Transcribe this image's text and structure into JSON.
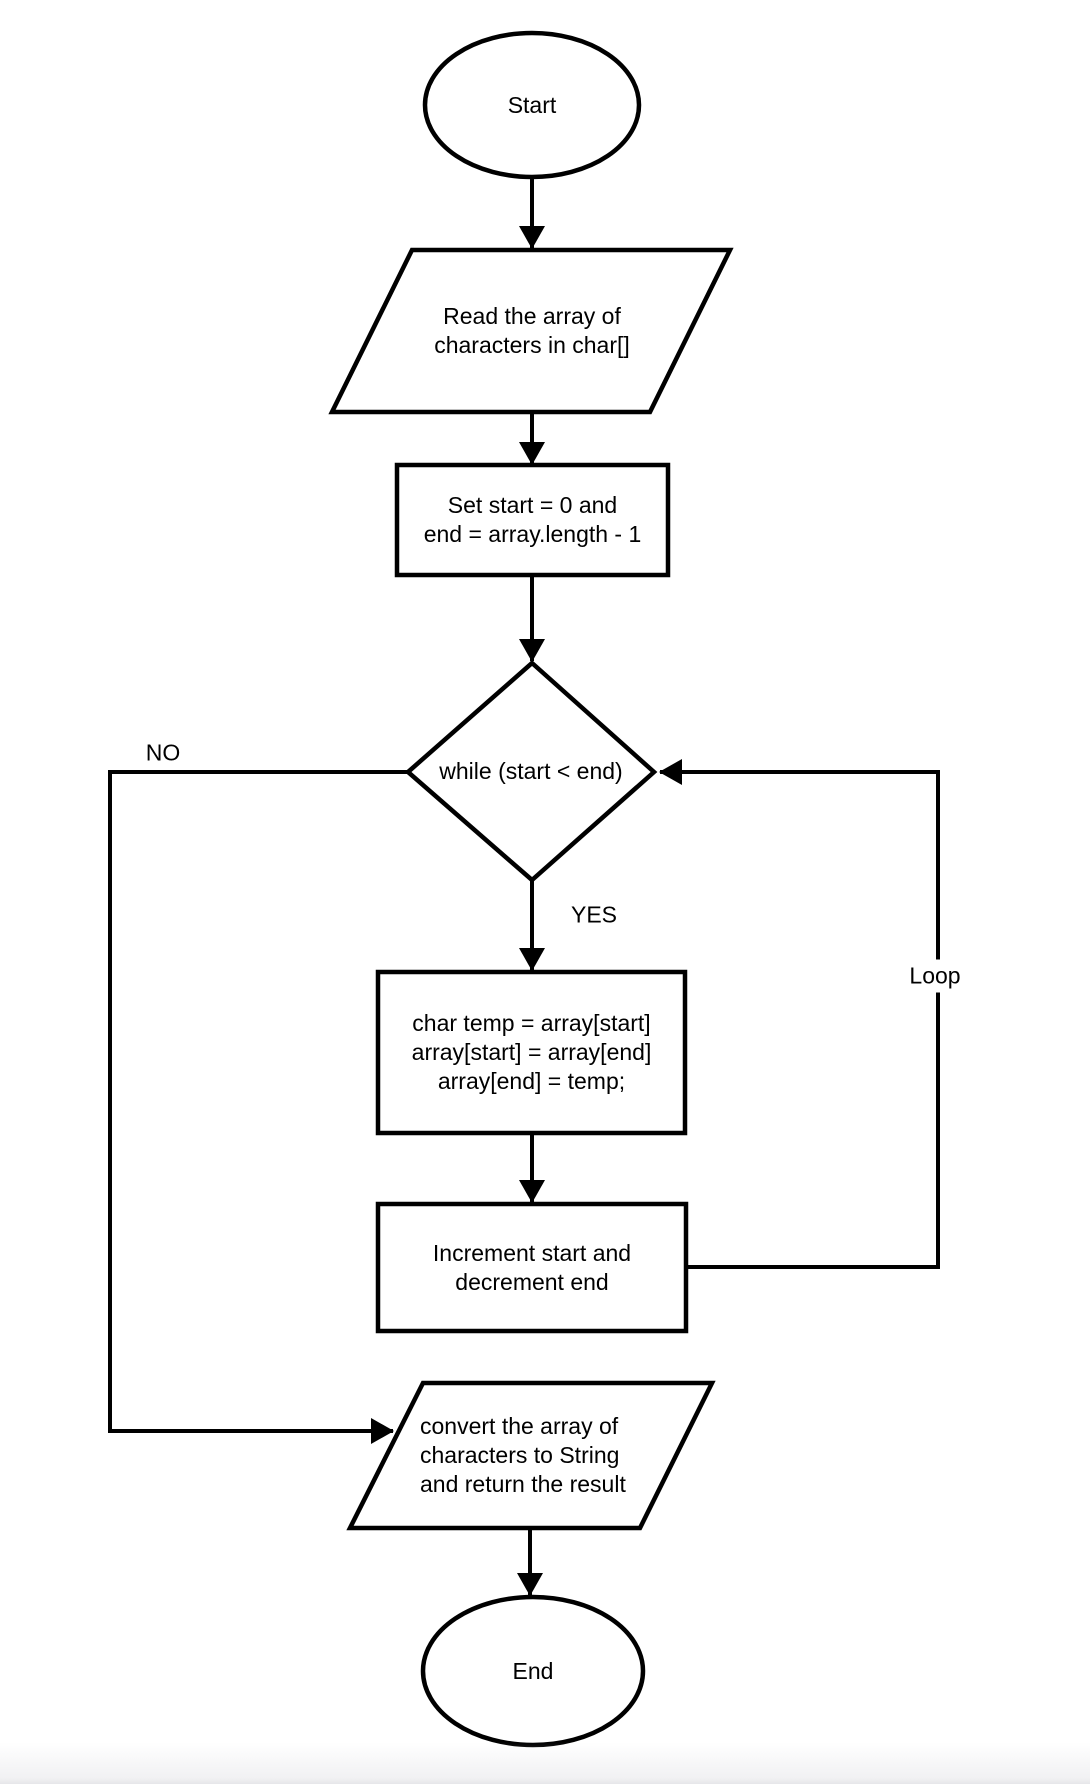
{
  "diagram": {
    "description": "Flowchart of reversing a character array and returning it as a String",
    "colors": {
      "background": "#ffffff",
      "stroke": "#000000",
      "text": "#000000"
    },
    "nodes": {
      "start": "Start",
      "read": "Read the array of\ncharacters in char[]",
      "init": "Set start = 0 and\nend = array.length - 1",
      "condition": "while (start < end)",
      "swap": "char temp = array[start]\narray[start] = array[end]\narray[end] = temp;",
      "increment": "Increment start and\ndecrement end",
      "convert": "convert the array of\ncharacters to String\nand return the result",
      "end": "End"
    },
    "edge_labels": {
      "yes": "YES",
      "no": "NO",
      "loop": "Loop"
    }
  }
}
